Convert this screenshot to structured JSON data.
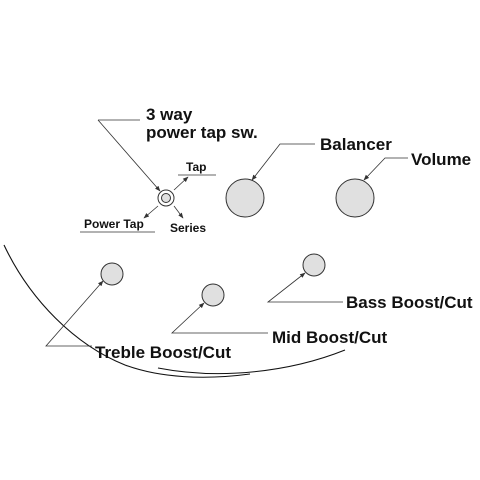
{
  "labels": {
    "switch_line1": "3 way",
    "switch_line2": "power tap sw.",
    "tap": "Tap",
    "power_tap": "Power Tap",
    "series": "Series",
    "balancer": "Balancer",
    "volume": "Volume",
    "treble": "Treble Boost/Cut",
    "mid": "Mid Boost/Cut",
    "bass": "Bass Boost/Cut"
  },
  "colors": {
    "knob_fill": "#e0e0e0",
    "outline": "#333333",
    "text": "#111111"
  }
}
